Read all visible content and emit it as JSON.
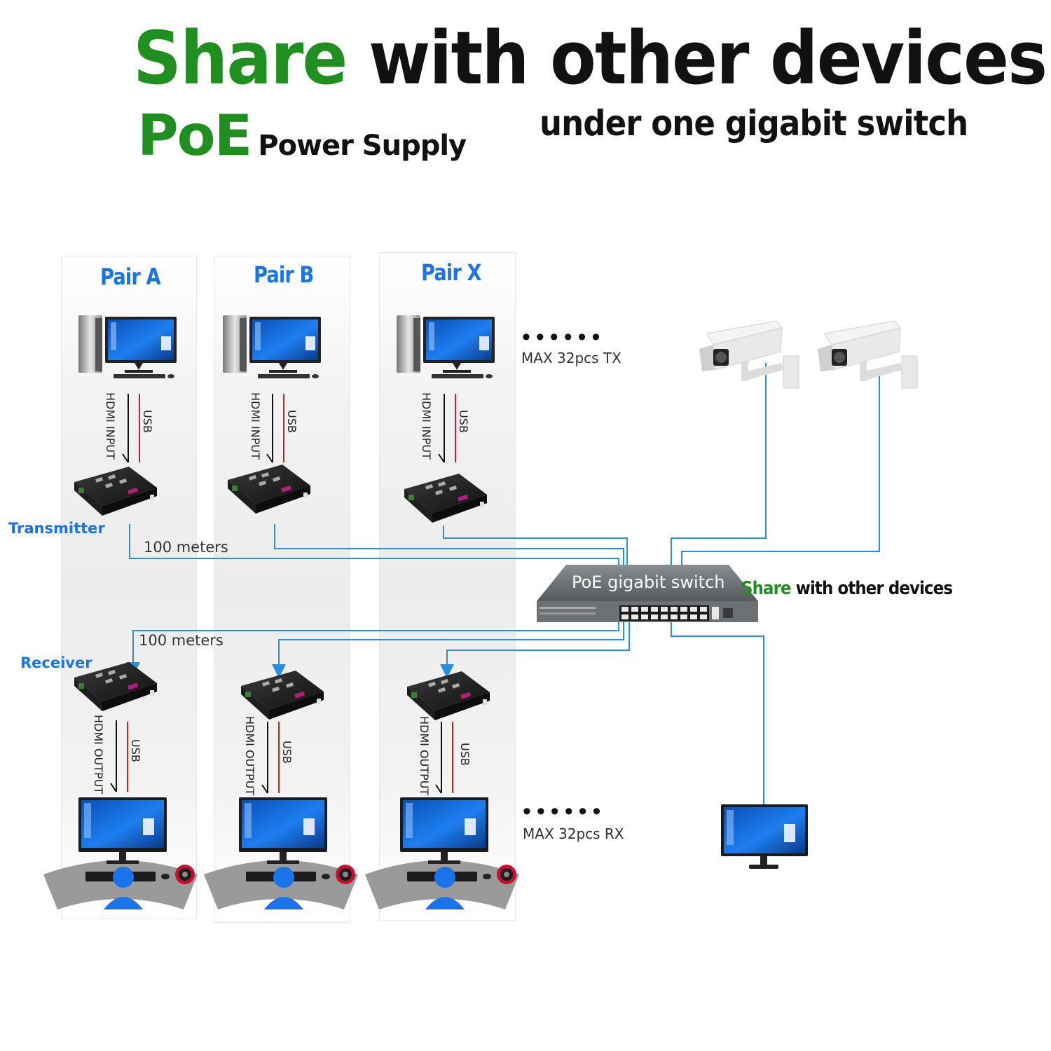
{
  "header": {
    "title_green": "Share",
    "title_black": "with other devices",
    "subtitle_right": "under one gigabit switch",
    "poe": "PoE",
    "power_supply": "Power Supply"
  },
  "pairs": [
    {
      "label": "Pair A",
      "hdmi_in": "HDMI INPUT",
      "usb_in": "USB",
      "hdmi_out": "HDMI OUTPUT",
      "usb_out": "USB"
    },
    {
      "label": "Pair B",
      "hdmi_in": "HDMI INPUT",
      "usb_in": "USB",
      "hdmi_out": "HDMI OUTPUT",
      "usb_out": "USB"
    },
    {
      "label": "Pair X",
      "hdmi_in": "HDMI INPUT",
      "usb_in": "USB",
      "hdmi_out": "HDMI OUTPUT",
      "usb_out": "USB"
    }
  ],
  "labels": {
    "transmitter": "Transmitter",
    "receiver": "Receiver",
    "distance_top": "100 meters",
    "distance_bottom": "100 meters",
    "max_tx": "MAX 32pcs TX",
    "max_rx": "MAX 32pcs RX",
    "dots": "••••••"
  },
  "switch": {
    "label": "PoE gigabit switch"
  },
  "share_side": {
    "green": "Share",
    "black": "with other devices"
  },
  "colors": {
    "green": "#1f8f1f",
    "blue": "#1a73e8",
    "cable": "#2b8fe0",
    "usb_line": "#cc1f1f"
  }
}
